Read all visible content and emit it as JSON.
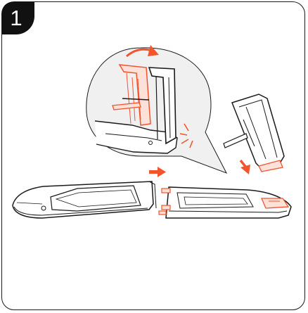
{
  "step": {
    "number": "1"
  },
  "colors": {
    "line": "#1a1a1a",
    "accent": "#f2542d",
    "zoom_fill": "#f0f0f0",
    "background": "#ffffff"
  },
  "illustration": {
    "parts": [
      "tray-left",
      "tray-right",
      "zoom-detail",
      "folding-bracket"
    ],
    "arrows": [
      "rotate-arrow",
      "slide-right-arrow",
      "press-down-arrow"
    ],
    "icons": [
      "click-sound-icon"
    ]
  }
}
